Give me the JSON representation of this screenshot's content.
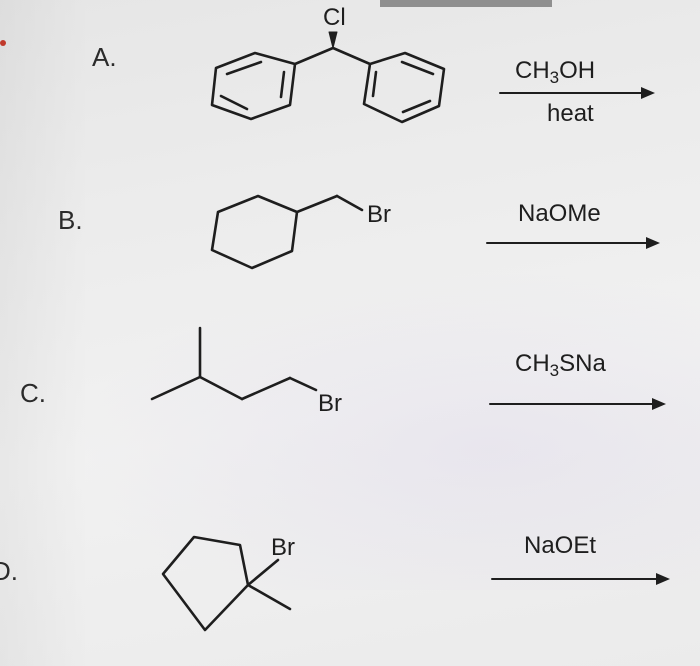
{
  "problems": [
    {
      "label": "A.",
      "reagent_top": {
        "pre": "CH",
        "sub": "3",
        "post": "OH"
      },
      "reagent_bottom": "heat",
      "atom": "Cl"
    },
    {
      "label": "B.",
      "reagent_top": {
        "pre": "NaOMe",
        "sub": "",
        "post": ""
      },
      "reagent_bottom": "",
      "atom": "Br"
    },
    {
      "label": "C.",
      "reagent_top": {
        "pre": "CH",
        "sub": "3",
        "post": "SNa"
      },
      "reagent_bottom": "",
      "atom": "Br"
    },
    {
      "label": "D.",
      "reagent_top": {
        "pre": "NaOEt",
        "sub": "",
        "post": ""
      },
      "reagent_bottom": "",
      "atom": "Br"
    }
  ],
  "colors": {
    "ink": "#1e1e1e",
    "background": "#ececec"
  }
}
